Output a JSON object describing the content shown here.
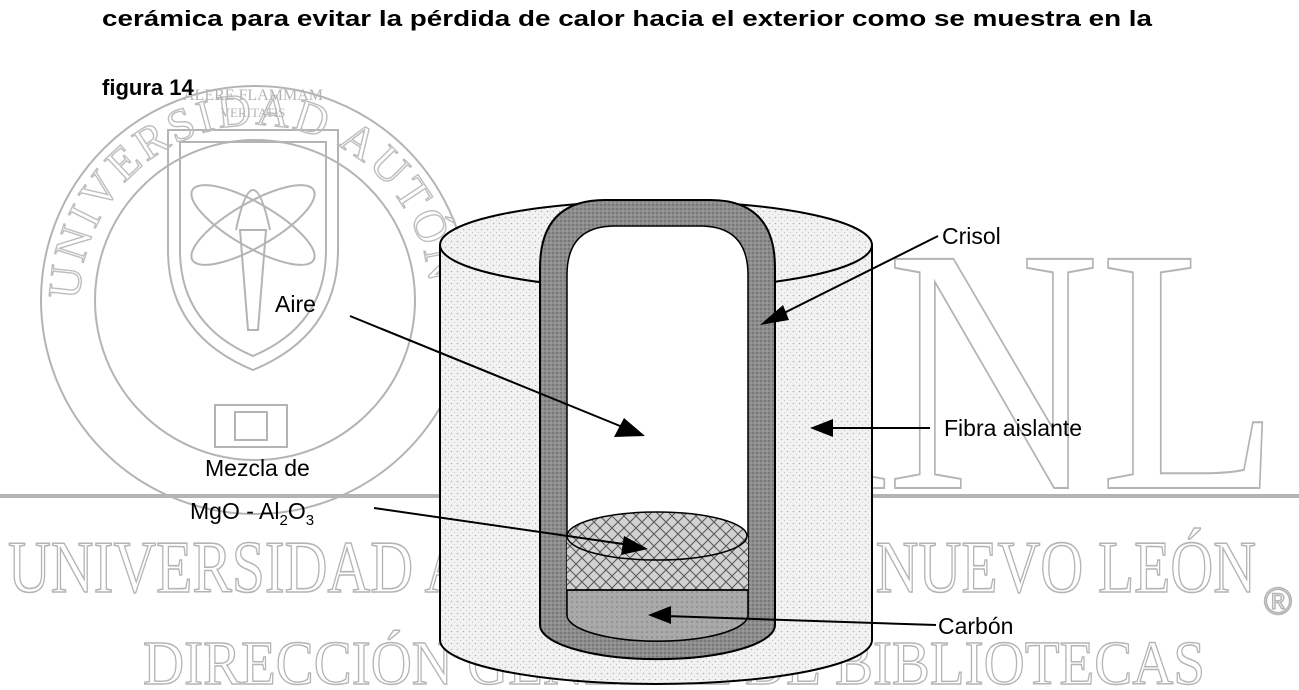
{
  "document": {
    "line1": "cerámica para evitar la pérdida de calor hacia el exterior como se muestra en la",
    "line2": "figura 14"
  },
  "diagram": {
    "labels": {
      "crisol": "Crisol",
      "aire": "Aire",
      "fibra": "Fibra aislante",
      "mezcla_line1": "Mezcla de",
      "mezcla_formula_parts": [
        "MgO - Al",
        "2",
        "O",
        "3"
      ],
      "carbon": "Carbón"
    }
  },
  "watermark": {
    "big_letters": "UANL",
    "university": "UNIVERSIDAD AUTÓNOMA DE NUEVO LEÓN",
    "direction": "DIRECCIÓN GENERAL DE BIBLIOTECAS",
    "registered": "®",
    "seal_motto_1": "ALERE FLAMMAM",
    "seal_motto_2": "VERITATIS",
    "seal_ring_text": "UNIVERSIDAD AUTÓNOMA DE NUEVO LEÓN"
  }
}
